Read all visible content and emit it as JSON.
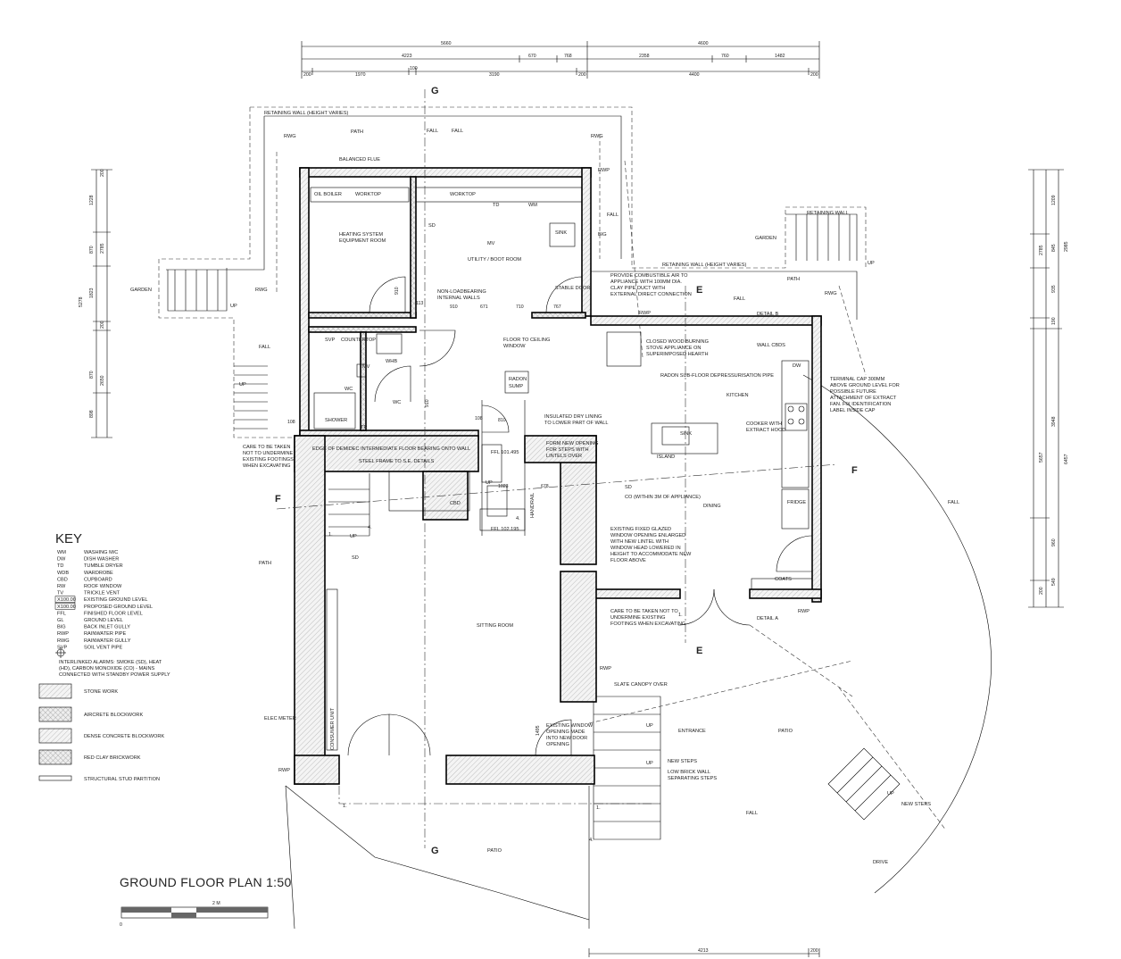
{
  "title": "GROUND FLOOR PLAN 1:50",
  "scale_bar": {
    "start": "0",
    "end": "2 M"
  },
  "key": {
    "heading": "KEY",
    "items": [
      {
        "code": "WM",
        "desc": "WASHING M/C"
      },
      {
        "code": "DW",
        "desc": "DISH WASHER"
      },
      {
        "code": "TD",
        "desc": "TUMBLE DRYER"
      },
      {
        "code": "WDB",
        "desc": "WARDROBE"
      },
      {
        "code": "CBD",
        "desc": "CUPBOARD"
      },
      {
        "code": "RW",
        "desc": "ROOF WINDOW"
      },
      {
        "code": "TV",
        "desc": "TRICKLE VENT"
      },
      {
        "code": "X100.00",
        "desc": "EXISTING GROUND LEVEL"
      },
      {
        "code": "X100.00",
        "desc": "PROPOSED GROUND LEVEL"
      },
      {
        "code": "FFL",
        "desc": "FINISHED FLOOR LEVEL"
      },
      {
        "code": "GL",
        "desc": "GROUND LEVEL"
      },
      {
        "code": "BIG",
        "desc": "BACK INLET GULLY"
      },
      {
        "code": "RWP",
        "desc": "RAINWATER PIPE"
      },
      {
        "code": "RWG",
        "desc": "RAINWATER GULLY"
      },
      {
        "code": "SVP",
        "desc": "SOIL VENT PIPE"
      }
    ],
    "alarm_lines": [
      "INTERLINKED ALARMS: SMOKE (SD), HEAT",
      "(HD), CARBON MONOXIDE (CO) - MAINS",
      "CONNECTED WITH STANDBY POWER SUPPLY"
    ],
    "materials": [
      "STONE WORK",
      "AIRCRETE BLOCKWORK",
      "DENSE CONCRETE BLOCKWORK",
      "RED CLAY BRICKWORK",
      "STRUCTURAL STUD PARTITION"
    ]
  },
  "dimensions": {
    "top_row1": [
      "5660",
      "4600"
    ],
    "top_row2": [
      "4223",
      "670",
      "768",
      "2358",
      "760",
      "1482"
    ],
    "top_row3": [
      "200",
      "1970",
      "100",
      "3190",
      "200",
      "4400",
      "200"
    ],
    "bottom": [
      "4213",
      "200"
    ],
    "left": [
      "200",
      "1228",
      "870",
      "2785",
      "1823",
      "5278",
      "200",
      "870",
      "2650",
      "898"
    ],
    "right": [
      "1209",
      "2785",
      "845",
      "2985",
      "935",
      "190",
      "3948",
      "5657",
      "6457",
      "960",
      "200",
      "549"
    ],
    "internal": [
      "910",
      "113",
      "910",
      "671",
      "710",
      "767",
      "910",
      "108",
      "810",
      "1023",
      "678",
      "108",
      "1495"
    ]
  },
  "section_marks": [
    "G",
    "G",
    "E",
    "E",
    "F",
    "F"
  ],
  "rooms": {
    "utility": "UTILITY / BOOT ROOM",
    "heating": [
      "HEATING SYSTEM",
      "EQUIPMENT ROOM"
    ],
    "kitchen": "KITCHEN",
    "dining": "DINING",
    "sitting": "SITTING ROOM",
    "wc": "WC",
    "wc2": "WC",
    "shower": "SHOWER",
    "garden_left": "GARDEN",
    "garden_right": "GARDEN",
    "patio_bottom": "PATIO",
    "patio_right": "PATIO",
    "drive": "DRIVE",
    "path_top": "PATH",
    "path_left": "PATH",
    "path_right": "PATH",
    "entrance": "ENTRANCE"
  },
  "fixtures": {
    "oil_boiler": "OIL BOILER",
    "worktop1": "WORKTOP",
    "worktop2": "WORKTOP",
    "sink1": "SINK",
    "sink2": "SINK",
    "island": "ISLAND",
    "fridge": "FRIDGE",
    "coats": "COATS",
    "wall_cbds": "WALL CBDS",
    "cbd": "CBD",
    "countertop": "COUNTERTOP",
    "whb": "WHB",
    "svp": "SVP",
    "tr": "TR",
    "mv1": "MV",
    "mv2": "MV",
    "td": "TD",
    "wm": "WM",
    "dw": "DW",
    "stable_door": "STABLE DOOR",
    "handrail": "HANDRAIL",
    "consumer_unit": "CONSUMER UNIT",
    "elec_meter": "ELEC METER",
    "balanced_flue": "BALANCED FLUE",
    "radon_sump": [
      "RADON",
      "SUMP"
    ],
    "sd1": "SD",
    "sd2": "SD",
    "sd3": "SD",
    "big": "BIG"
  },
  "notes": {
    "retaining_top": "RETAINING WALL (HEIGHT VARIES)",
    "retaining_right": "RETAINING WALL",
    "retaining_right2": "RETAINING WALL (HEIGHT VARIES)",
    "fall_top1": "FALL",
    "fall_top2": "FALL",
    "fall_a": "FALL",
    "fall_b": "FALL",
    "fall_c": "FALL",
    "fall_d": "FALL",
    "fall_e": "FALL",
    "up1": "UP",
    "up2": "UP",
    "up3": "UP",
    "up4": "UP",
    "up5": "UP",
    "up6": "UP",
    "up7": "UP",
    "up8": "UP",
    "rwg1": "RWG",
    "rwg2": "RWG",
    "rwg3": "RWG",
    "rwg4": "RWG",
    "rwp1": "RWP",
    "rwp2": "RWP",
    "rwp3": "RWP",
    "rwp4": "RWP",
    "rwp5": "RWP",
    "combustion": [
      "PROVIDE COMBUSTIBLE AIR TO",
      "APPLIANCE WITH 100MM DIA.",
      "CLAY PIPE DUCT WITH",
      "EXTERNAL DIRECT CONNECTION"
    ],
    "nonload": [
      "NON-LOADBEARING",
      "INTERNAL WALLS"
    ],
    "floor_window": [
      "FLOOR TO CEILING",
      "WINDOW"
    ],
    "stove": [
      "CLOSED WOOD BURNING",
      "STOVE APPLIANCE ON",
      "SUPERIMPOSED HEARTH"
    ],
    "radon_pipe": "RADON SUB-FLOOR DEPRESSURISATION PIPE",
    "terminal": [
      "TERMINAL CAP 300MM",
      "ABOVE GROUND LEVEL FOR",
      "POSSIBLE FUTURE",
      "ATTACHMENT OF EXTRACT",
      "FAN. FIX IDENTIFICATION",
      "LABEL INSIDE CAP"
    ],
    "cooker": [
      "COOKER WITH",
      "EXTRACT HOOD"
    ],
    "insulated": [
      "INSULATED DRY LINING",
      "TO LOWER PART OF WALL"
    ],
    "new_opening": [
      "FORM NEW OPENING",
      "FOR STEPS WITH",
      "LINTELS OVER"
    ],
    "care1": [
      "CARE TO BE TAKEN",
      "NOT TO UNDERMINE",
      "EXISTING FOOTINGS",
      "WHEN EXCAVATING"
    ],
    "edge_floor": "EDGE OF DEMIDEC INTERMEDIATE FLOOR BEARING ONTO WALL",
    "steel_frame": "STEEL FRAME TO S.E. DETAILS",
    "ffl1": "FFL 101.495",
    "ffl2": "FFL 102.195",
    "co": "CO (WITHIN 3M OF APPLIANCE)",
    "glazed": [
      "EXISTING FIXED GLAZED",
      "WINDOW OPENING ENLARGED",
      "WITH NEW LINTEL WITH",
      "WINDOW HEAD LOWERED IN",
      "HEIGHT TO ACCOMMODATE NEW",
      "FLOOR ABOVE"
    ],
    "care2": [
      "CARE TO BE TAKEN NOT TO",
      "UNDERMINE EXISTING",
      "FOOTINGS WHEN EXCAVATING"
    ],
    "detail_a": "DETAIL A",
    "detail_b": "DETAIL B",
    "slate": "SLATE CANOPY OVER",
    "existing_window": [
      "EXISTING WINDOW",
      "OPENING MADE",
      "INTO NEW DOOR",
      "OPENING"
    ],
    "new_steps": "NEW STEPS",
    "new_steps2": "NEW STEPS",
    "low_wall": [
      "LOW BRICK WALL",
      "SEPARATING STEPS"
    ],
    "num1": "1.",
    "num2": "1.",
    "num3": "1.",
    "num4": "1.",
    "num5": "4.",
    "num6": "4.",
    "num7": "4."
  }
}
